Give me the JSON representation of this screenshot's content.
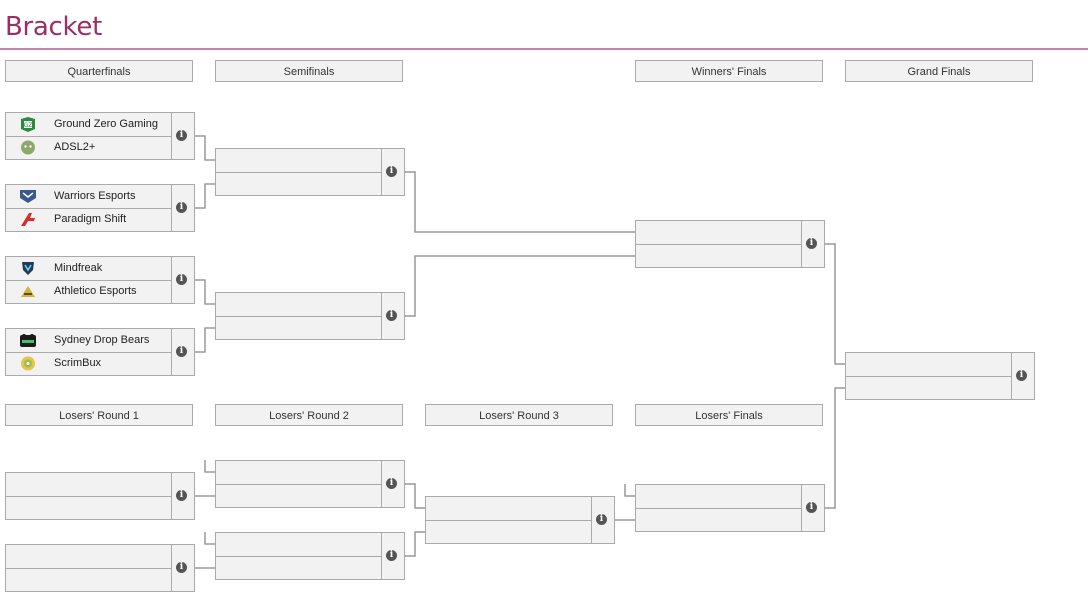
{
  "page": {
    "title": "Bracket",
    "accent_color": "#9b2f63",
    "rule_color": "#c97fb0"
  },
  "rounds": {
    "quarterfinals": "Quarterfinals",
    "semifinals": "Semifinals",
    "winners_finals": "Winners' Finals",
    "grand_finals": "Grand Finals",
    "losers_round_1": "Losers' Round 1",
    "losers_round_2": "Losers' Round 2",
    "losers_round_3": "Losers' Round 3",
    "losers_finals": "Losers' Finals"
  },
  "teams": {
    "qf1_top": "Ground Zero Gaming",
    "qf1_bot": "ADSL2+",
    "qf2_top": "Warriors Esports",
    "qf2_bot": "Paradigm Shift",
    "qf3_top": "Mindfreak",
    "qf3_bot": "Athletico Esports",
    "qf4_top": "Sydney Drop Bears",
    "qf4_bot": "ScrimBux"
  },
  "logos": {
    "qf1_top": "ground-zero-gaming-logo",
    "qf1_bot": "adsl2-logo",
    "qf2_top": "warriors-esports-logo",
    "qf2_bot": "paradigm-shift-logo",
    "qf3_top": "mindfreak-logo",
    "qf3_bot": "athletico-esports-logo",
    "qf4_top": "sydney-drop-bears-logo",
    "qf4_bot": "scrimbux-logo"
  },
  "info_glyph": "i"
}
